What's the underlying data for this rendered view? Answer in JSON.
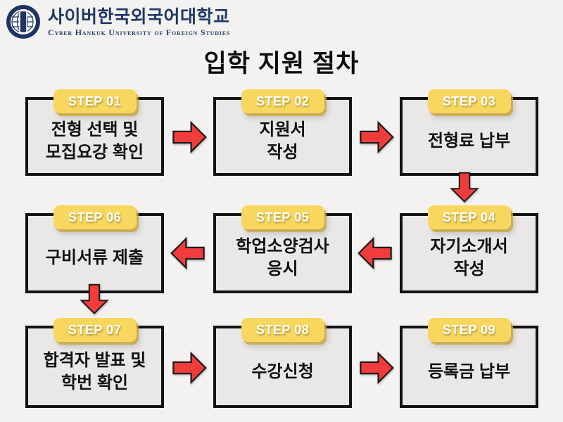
{
  "header": {
    "university_korean": "사이버한국외국어대학교",
    "university_english": "Cyber Hankuk University of Foreign Studies"
  },
  "title": "입학 지원 절차",
  "steps": [
    {
      "badge": "STEP 01",
      "line1": "전형 선택 및",
      "line2": "모집요강 확인"
    },
    {
      "badge": "STEP 02",
      "line1": "지원서",
      "line2": "작성"
    },
    {
      "badge": "STEP 03",
      "line1": "전형료 납부",
      "line2": ""
    },
    {
      "badge": "STEP 04",
      "line1": "자기소개서",
      "line2": "작성"
    },
    {
      "badge": "STEP 05",
      "line1": "학업소양검사",
      "line2": "응시"
    },
    {
      "badge": "STEP 06",
      "line1": "구비서류 제출",
      "line2": ""
    },
    {
      "badge": "STEP 07",
      "line1": "합격자 발표 및",
      "line2": "학번 확인"
    },
    {
      "badge": "STEP 08",
      "line1": "수강신청",
      "line2": ""
    },
    {
      "badge": "STEP 09",
      "line1": "등록금 납부",
      "line2": ""
    }
  ],
  "flow": {
    "arrows": [
      {
        "from": "STEP 01",
        "to": "STEP 02",
        "direction": "right"
      },
      {
        "from": "STEP 02",
        "to": "STEP 03",
        "direction": "right"
      },
      {
        "from": "STEP 03",
        "to": "STEP 04",
        "direction": "down"
      },
      {
        "from": "STEP 04",
        "to": "STEP 05",
        "direction": "left"
      },
      {
        "from": "STEP 05",
        "to": "STEP 06",
        "direction": "left"
      },
      {
        "from": "STEP 06",
        "to": "STEP 07",
        "direction": "down"
      },
      {
        "from": "STEP 07",
        "to": "STEP 08",
        "direction": "right"
      },
      {
        "from": "STEP 08",
        "to": "STEP 09",
        "direction": "right"
      }
    ]
  },
  "colors": {
    "background": "#f4f2f0",
    "box_fill": "#e9e8e6",
    "box_border": "#131313",
    "badge_fill": "#f8d75e",
    "badge_text": "#ffffff",
    "arrow_fill": "#f23c3c",
    "logo_navy": "#1e3767",
    "title_color": "#0e0e0e"
  }
}
